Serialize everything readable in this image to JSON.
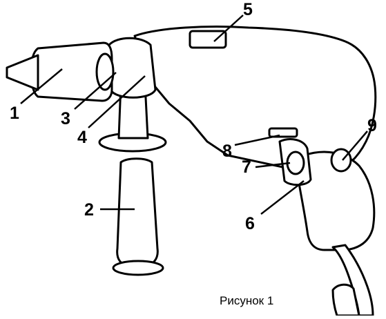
{
  "caption": "Рисунок 1",
  "callouts": {
    "c1": "1",
    "c2": "2",
    "c3": "3",
    "c4": "4",
    "c5": "5",
    "c6": "6",
    "c7": "7",
    "c8": "8",
    "c9": "9"
  }
}
